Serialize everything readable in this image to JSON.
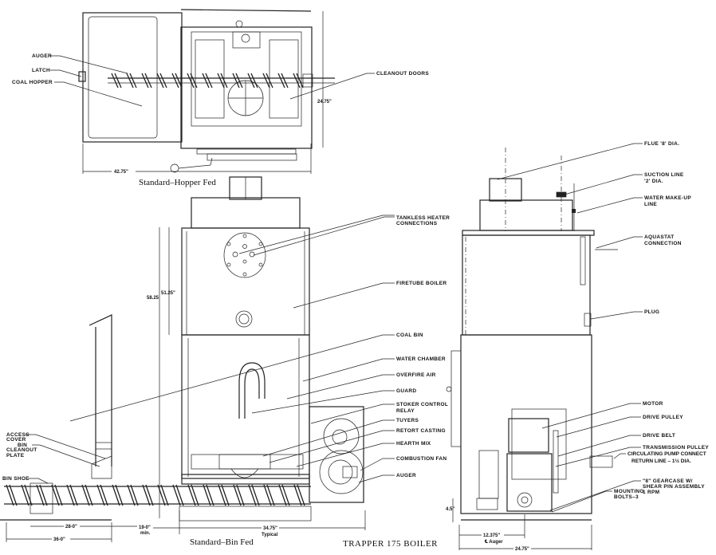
{
  "title": "TRAPPER 175 BOILER",
  "top_view": {
    "caption": "Standard–Hopper Fed",
    "labels": {
      "auger": "AUGER",
      "latch": "LATCH",
      "coal_hopper": "COAL HOPPER",
      "cleanout_doors": "CLEANOUT DOORS"
    },
    "dims": {
      "depth": "24.75\"",
      "width": "42.75\""
    }
  },
  "front_view": {
    "caption": "Standard–Bin Fed",
    "labels": {
      "tankless_1": "TANKLESS HEATER",
      "tankless_2": "CONNECTIONS",
      "firetube_boiler": "FIRETUBE BOILER",
      "coal_bin": "COAL BIN",
      "water_chamber": "WATER CHAMBER",
      "overfire_air": "OVERFIRE AIR",
      "guard": "GUARD",
      "stoker_1": "STOKER CONTROL",
      "stoker_2": "RELAY",
      "tuyers": "TUYERS",
      "retort_casting": "RETORT CASTING",
      "hearth_mix": "HEARTH MIX",
      "combustion_fan": "COMBUSTION FAN",
      "auger": "AUGER",
      "access_1": "ACCESS",
      "access_2": "COVER",
      "bin_1": "BIN",
      "bin_2": "CLEANOUT",
      "bin_3": "PLATE",
      "bin_shoe": "BIN SHOE"
    },
    "dims": {
      "h1": "58.25",
      "h2": "51.25\"",
      "d28": "28-0\"",
      "d36": "36-0\"",
      "d19": "19-0\"",
      "d19_note": "min.",
      "d3475": "34.75\"",
      "d3475_note": "Typical"
    }
  },
  "side_view": {
    "labels": {
      "flue": "FLUE '8' DIA.",
      "suction_1": "SUCTION LINE",
      "suction_2": "'2' DIA.",
      "water_1": "WATER MAKE-UP",
      "water_2": "LINE",
      "aquastat_1": "AQUASTAT",
      "aquastat_2": "CONNECTION",
      "plug": "PLUG",
      "motor": "MOTOR",
      "drive_pulley": "DRIVE PULLEY",
      "drive_belt": "DRIVE BELT",
      "transmission_pulley": "TRANSMISSION PULLEY",
      "circulating": "CIRCULATING PUMP CONNECT",
      "return_line": "RETURN LINE – 1½ DIA.",
      "gearcase_1": "\"8\" GEARCASE  W/",
      "gearcase_2": "SHEAR PIN ASSEMBLY",
      "gearcase_3": "1 RPM",
      "mounting_1": "MOUNTING",
      "mounting_2": "BOLTS–3"
    },
    "dims": {
      "h45": "4.5\"",
      "d12375": "12.375\"",
      "cl_auger": "℄ Auger",
      "d2475": "24.75\""
    }
  }
}
